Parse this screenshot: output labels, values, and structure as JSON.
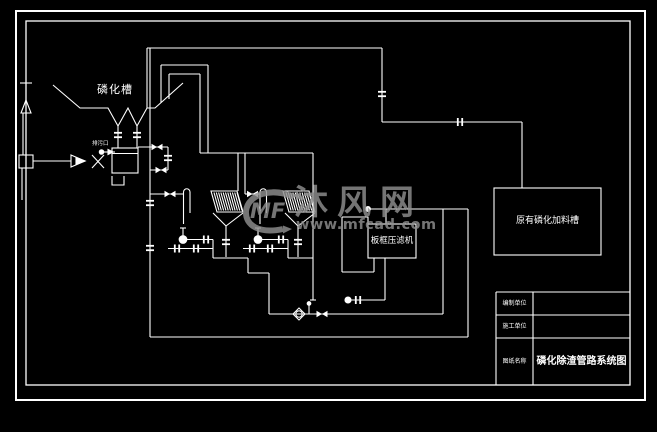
{
  "colors": {
    "background": "#000000",
    "line": "#ffffff",
    "watermark": "#8f8f8f"
  },
  "diagram": {
    "labels": {
      "hopper": "磷化槽",
      "drain_point": "排污口",
      "filter_press": "板框压滤机",
      "feed_tank": "原有磷化加料槽"
    }
  },
  "watermark": {
    "logo_text": "MF",
    "site_name": "沐风网",
    "site_url": "www.mfcad.com"
  },
  "title_block": {
    "rows": [
      {
        "label": "编制单位",
        "value": ""
      },
      {
        "label": "施工单位",
        "value": ""
      },
      {
        "label": "图纸名称",
        "value": "磷化除渣管路系统图"
      }
    ]
  }
}
